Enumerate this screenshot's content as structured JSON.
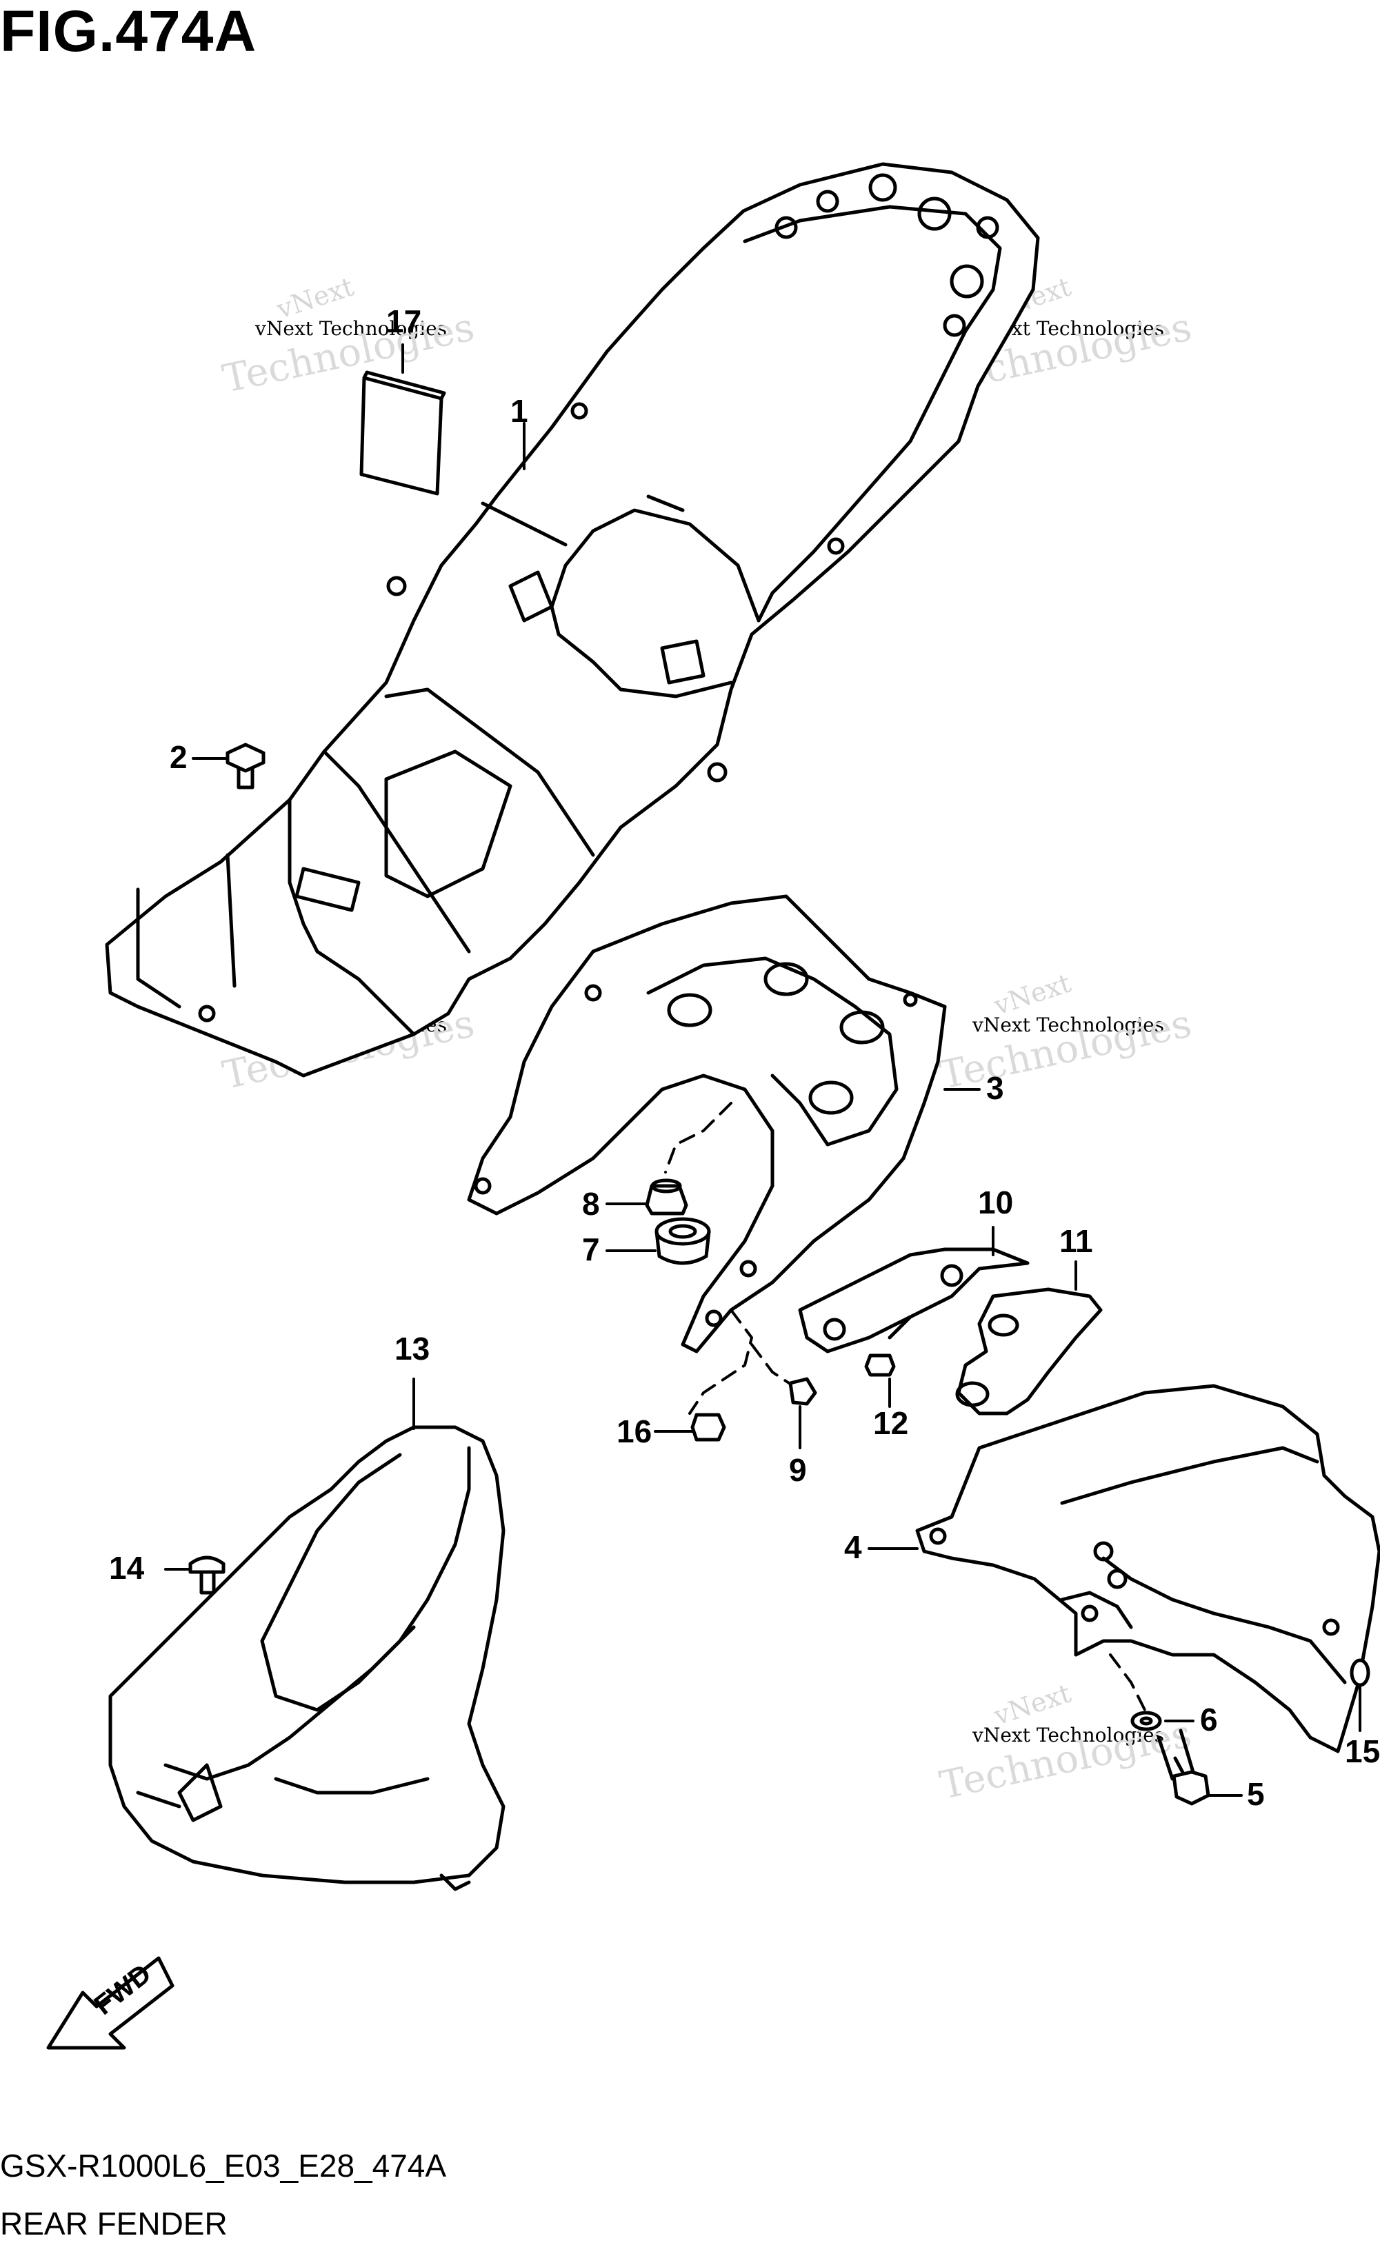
{
  "figure": {
    "title": "FIG.474A",
    "code": "GSX-R1000L6_E03_E28_474A",
    "name": "REAR FENDER"
  },
  "watermark": {
    "line1": "vNext",
    "line2": "vNext Technologies",
    "line3": "Technologies"
  },
  "fwd_arrow": {
    "label": "FWD"
  },
  "parts": [
    {
      "id": "1",
      "label": "1"
    },
    {
      "id": "2",
      "label": "2"
    },
    {
      "id": "3",
      "label": "3"
    },
    {
      "id": "4",
      "label": "4"
    },
    {
      "id": "5",
      "label": "5"
    },
    {
      "id": "6",
      "label": "6"
    },
    {
      "id": "7",
      "label": "7"
    },
    {
      "id": "8",
      "label": "8"
    },
    {
      "id": "9",
      "label": "9"
    },
    {
      "id": "10",
      "label": "10"
    },
    {
      "id": "11",
      "label": "11"
    },
    {
      "id": "12",
      "label": "12"
    },
    {
      "id": "13",
      "label": "13"
    },
    {
      "id": "14",
      "label": "14"
    },
    {
      "id": "15",
      "label": "15"
    },
    {
      "id": "16",
      "label": "16"
    },
    {
      "id": "17",
      "label": "17"
    }
  ]
}
